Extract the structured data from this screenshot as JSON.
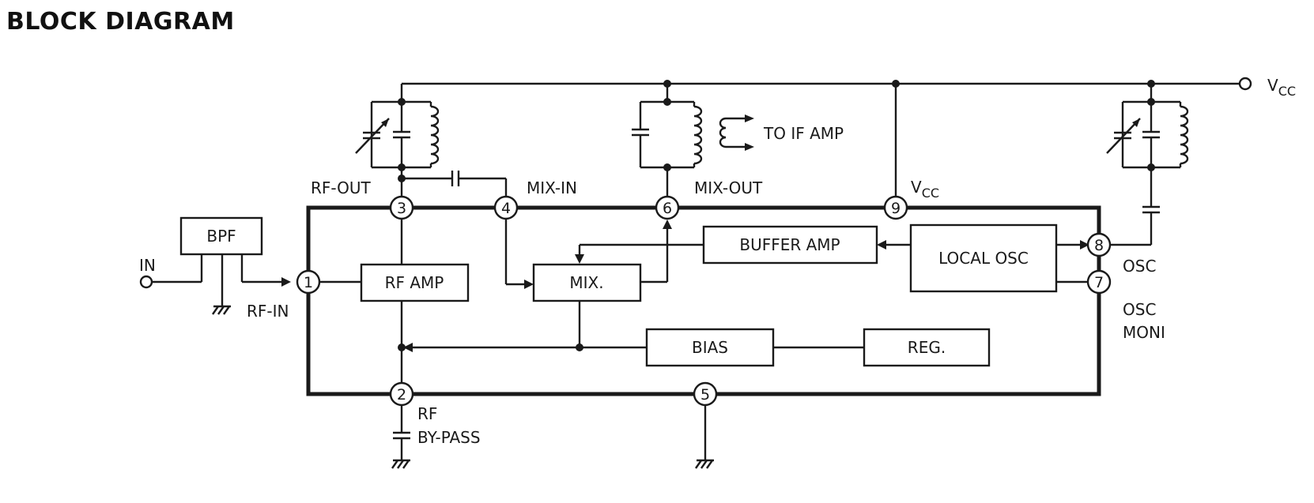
{
  "title": "BLOCK DIAGRAM",
  "blocks": {
    "bpf": "BPF",
    "rf_amp": "RF AMP",
    "mix": "MIX.",
    "buffer_amp": "BUFFER AMP",
    "local_osc": "LOCAL OSC",
    "bias": "BIAS",
    "reg": "REG."
  },
  "pins": {
    "p1": "1",
    "p2": "2",
    "p3": "3",
    "p4": "4",
    "p5": "5",
    "p6": "6",
    "p7": "7",
    "p8": "8",
    "p9": "9"
  },
  "labels": {
    "in": "IN",
    "rf_in": "RF-IN",
    "rf_out": "RF-OUT",
    "mix_in": "MIX-IN",
    "mix_out": "MIX-OUT",
    "to_if_amp": "TO IF AMP",
    "vcc_main": "V",
    "vcc_main_sub": "CC",
    "vcc_pin": "V",
    "vcc_pin_sub": "CC",
    "osc": "OSC",
    "osc_moni_1": "OSC",
    "osc_moni_2": "MONI",
    "rf_bypass_1": "RF",
    "rf_bypass_2": "BY-PASS"
  }
}
